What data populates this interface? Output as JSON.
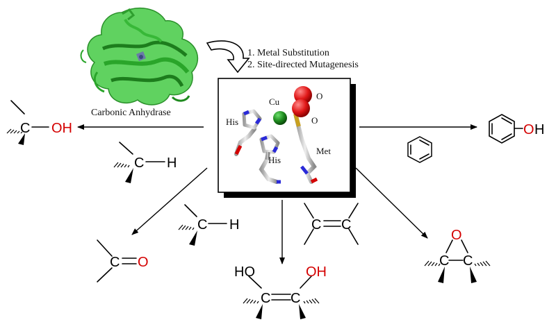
{
  "protein": {
    "label": "Carbonic Anhydrase"
  },
  "steps": {
    "step1": "1. Metal Substitution",
    "step2": "2. Site-directed Mutagenesis"
  },
  "active_site": {
    "metal": "Cu",
    "ligand1": "His",
    "ligand2": "His",
    "ligand3": "Met",
    "oxygen1": "O",
    "oxygen2": "O"
  },
  "atoms": {
    "carbon": "C",
    "hydrogen": "H",
    "hydroxyl": "OH",
    "hydroxyl_left": "HO",
    "oxygen": "O"
  },
  "colors": {
    "protein_green": "#3cc83c",
    "oxygen_red": "#d40000",
    "copper_green": "#1e8a1e",
    "nitrogen_blue": "#2a2ad8",
    "sulfur_gold": "#c8a020"
  }
}
